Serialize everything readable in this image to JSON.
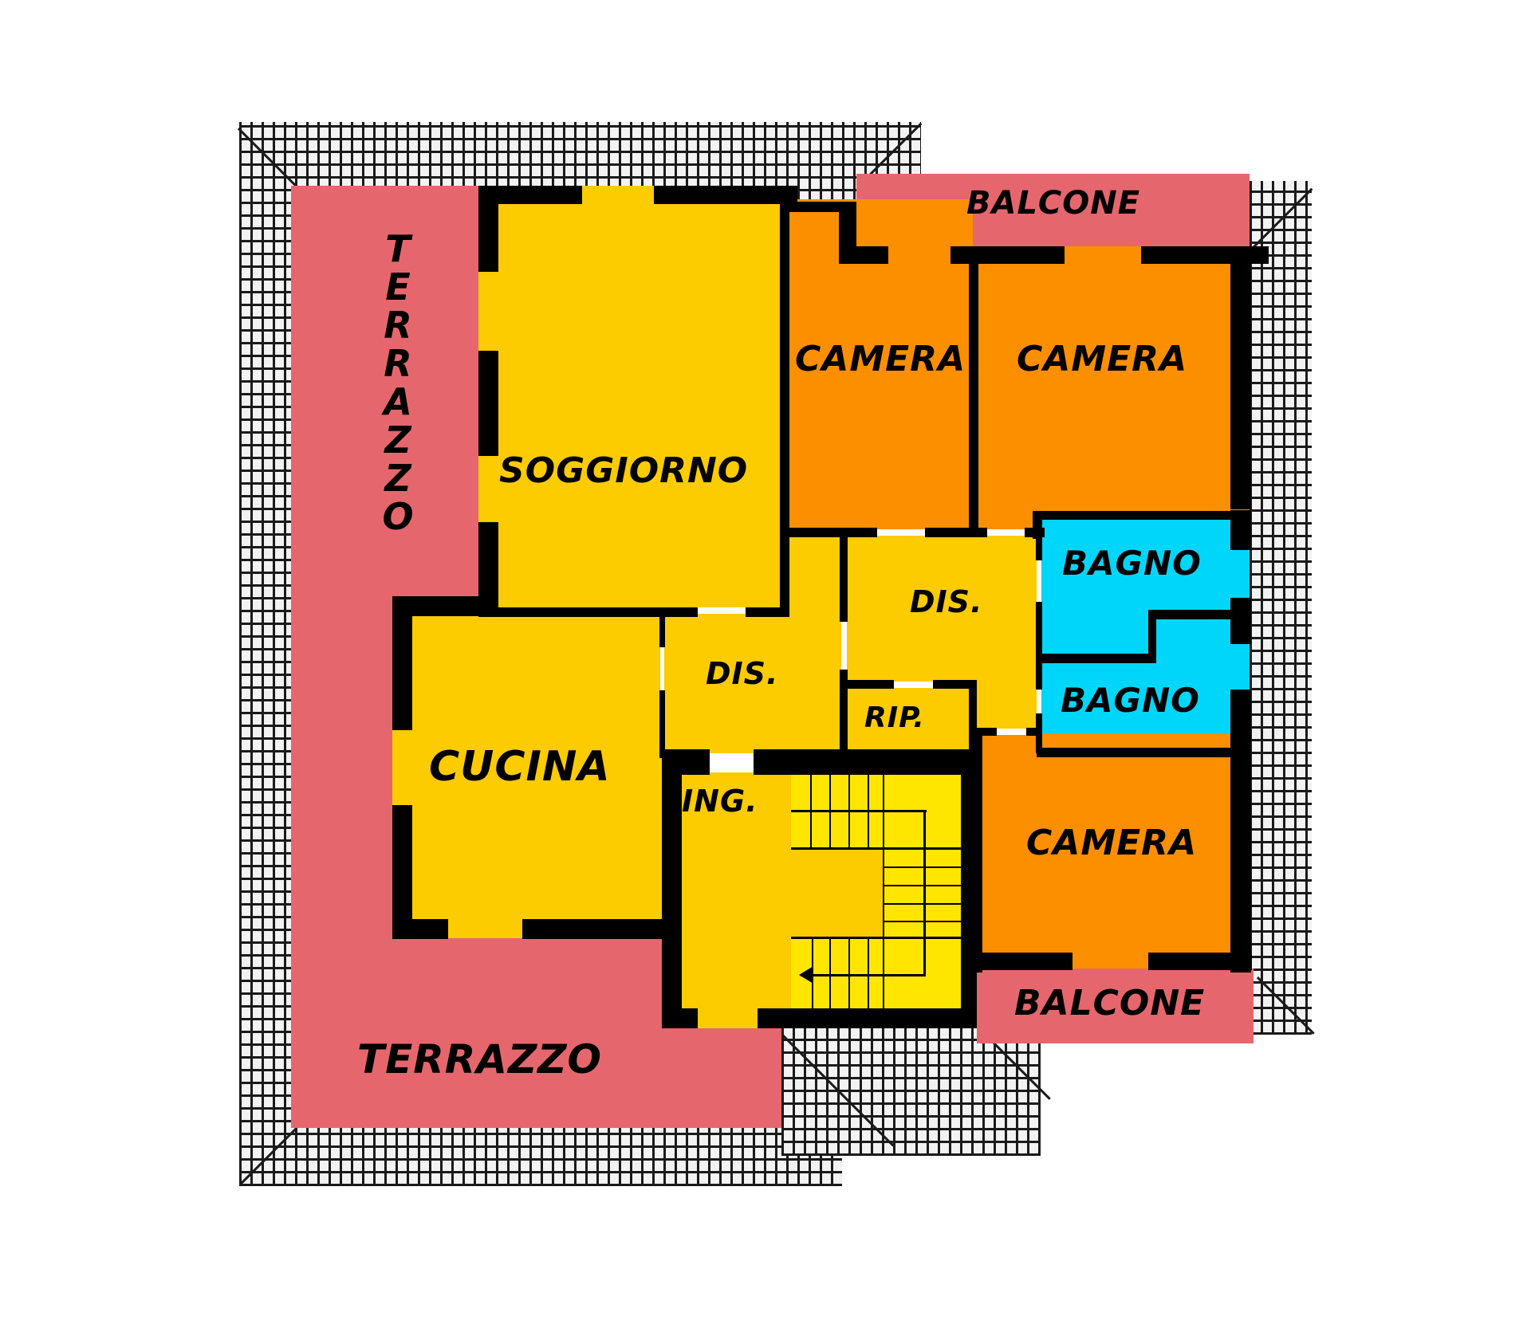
{
  "floorplan": {
    "colors": {
      "roof": "#f2f2f2",
      "terrace": "#e5676d",
      "living": "#fccb00",
      "bedroom": "#fb8f00",
      "bathroom": "#00d6f9",
      "stairs": "#ffe600",
      "wall": "#000000"
    },
    "rooms": {
      "terrazzo_vertical": "TERRAZZO",
      "terrazzo_bottom": "TERRAZZO",
      "soggiorno": "SOGGIORNO",
      "cucina": "CUCINA",
      "camera_1": "CAMERA",
      "camera_2": "CAMERA",
      "camera_3": "CAMERA",
      "balcone_top": "BALCONE",
      "balcone_bottom": "BALCONE",
      "bagno_1": "BAGNO",
      "bagno_2": "BAGNO",
      "dis_1": "DIS.",
      "dis_2": "DIS.",
      "rip": "RIP.",
      "ing": "ING."
    }
  }
}
